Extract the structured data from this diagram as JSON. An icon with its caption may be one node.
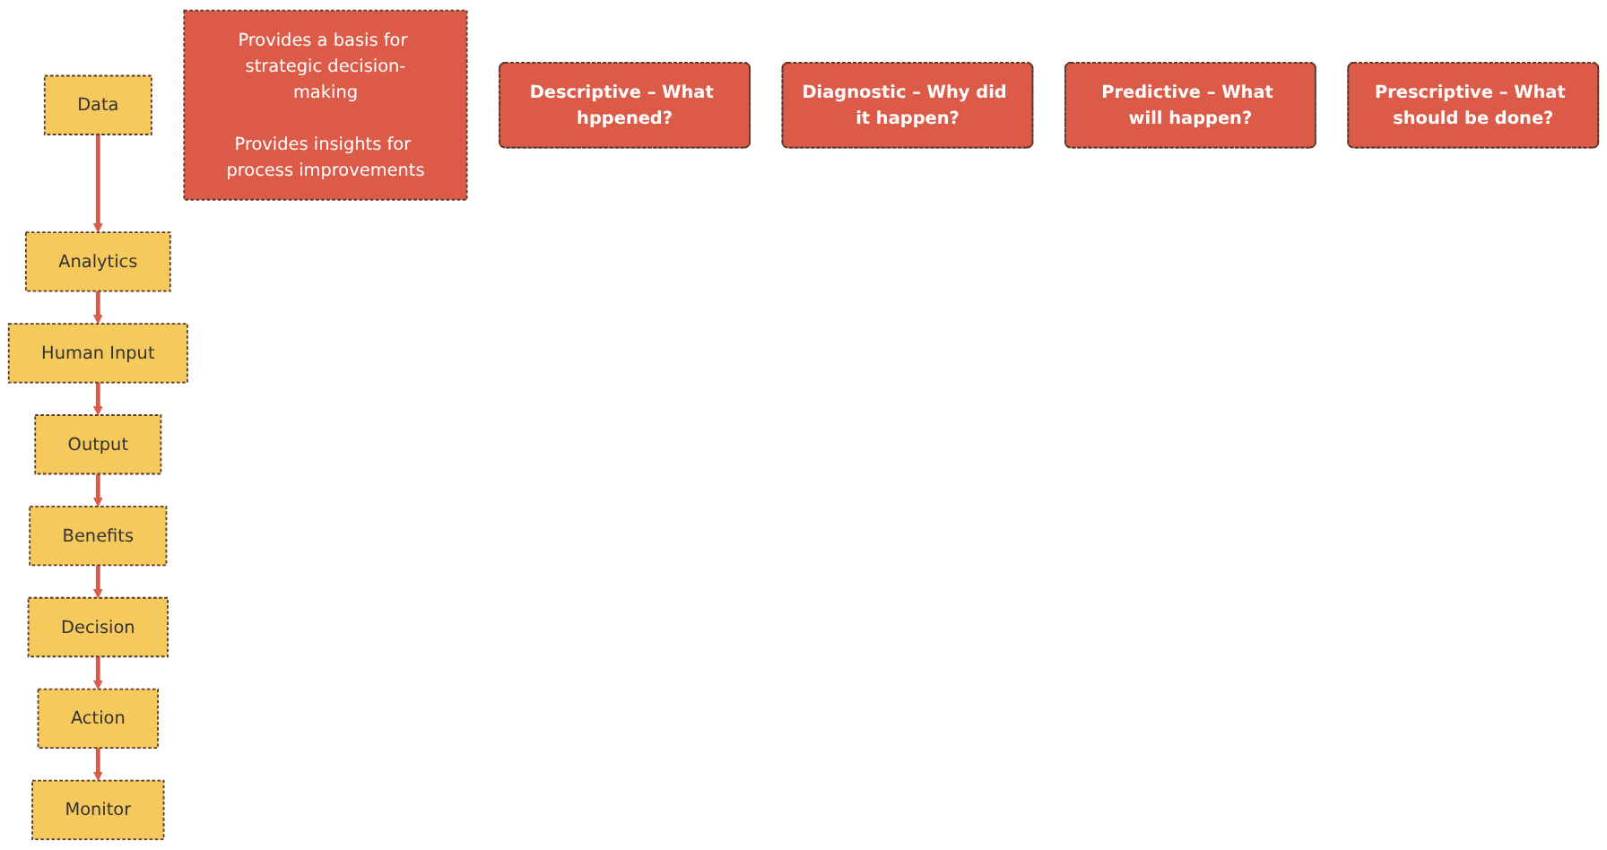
{
  "diagram": {
    "nodes": [
      {
        "text": [
          "Data"
        ]
      },
      {
        "text": [
          "Analytics"
        ]
      },
      {
        "text": [
          "Human Input"
        ]
      },
      {
        "text": [
          "Output"
        ]
      },
      {
        "text": [
          "Benefits"
        ]
      },
      {
        "text": [
          "Decision"
        ]
      },
      {
        "text": [
          "Action"
        ]
      },
      {
        "text": [
          "Monitor"
        ]
      },
      {
        "text": [
          "Provides a basis for strategic decision-making",
          "Provides insights for process improvements"
        ]
      },
      {
        "text": [
          "Descriptive – What hppened?"
        ]
      },
      {
        "text": [
          "Diagnostic – Why did it happen?"
        ]
      },
      {
        "text": [
          "Predictive – What will happen?"
        ]
      },
      {
        "text": [
          "Prescriptive – What should be done?"
        ]
      }
    ],
    "edges": [
      {
        "from": 0,
        "to": 1,
        "arrow": "to"
      },
      {
        "from": 1,
        "to": 2,
        "arrow": "to"
      },
      {
        "from": 2,
        "to": 3,
        "arrow": "to"
      },
      {
        "from": 3,
        "to": 4,
        "arrow": "to"
      },
      {
        "from": 4,
        "to": 5,
        "arrow": "to"
      },
      {
        "from": 5,
        "to": 6,
        "arrow": "to"
      },
      {
        "from": 6,
        "to": 7,
        "arrow": "to"
      }
    ]
  }
}
